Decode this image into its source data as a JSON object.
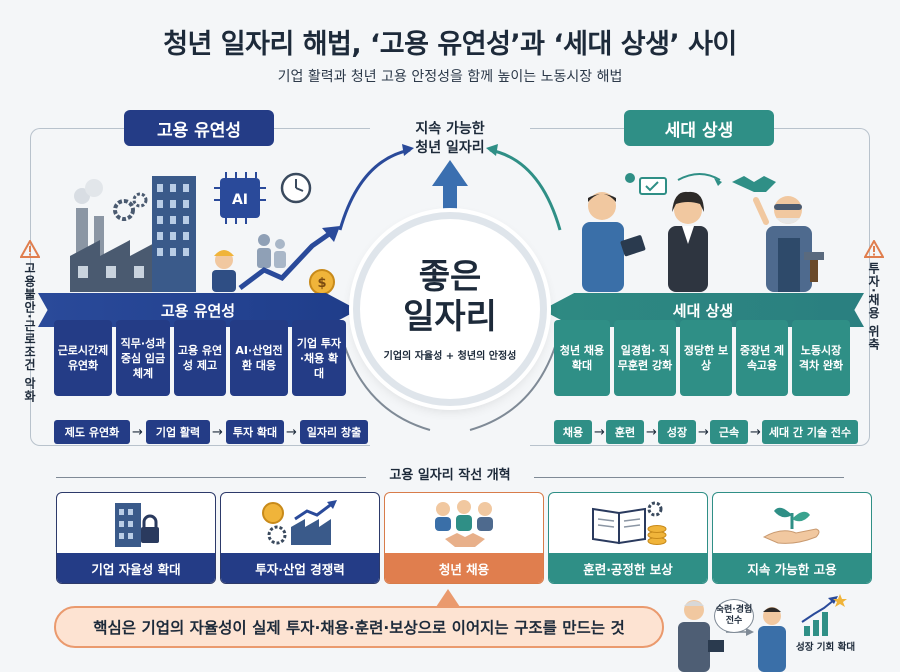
{
  "title": "청년 일자리 해법, ‘고용 유연성’과 ‘세대 상생’ 사이",
  "subtitle": "기업 활력과 청년 고용 안정성을 함께 높이는 노동시장 해법",
  "left": {
    "badge": "고용 유연성",
    "band": "고용 유연성",
    "warning": "고용불안·근로조건 악화",
    "cards": [
      "근로시간제 유연화",
      "직무·성과 중심 임금체계",
      "고용 유연성 제고",
      "AI·산업전환 대응",
      "기업 투자·채용 확대"
    ],
    "chain": [
      "제도 유연화",
      "기업 활력",
      "투자 확대",
      "일자리 창출"
    ]
  },
  "right": {
    "badge": "세대 상생",
    "band": "세대 상생",
    "warning": "투자·채용 위축",
    "cards": [
      "청년 채용 확대",
      "일경험· 직무훈련 강화",
      "정당한 보상",
      "중장년 계속고용",
      "노동시장 격차 완화"
    ],
    "chain": [
      "채용",
      "훈련",
      "성장",
      "근속",
      "세대 간 기술 전수"
    ]
  },
  "center": {
    "top_label_1": "지속 가능한",
    "top_label_2": "청년 일자리",
    "main_1": "좋은",
    "main_2": "일자리",
    "sub": "기업의 자율성 + 청년의 안정성"
  },
  "icons": {
    "ai_chip": "AI",
    "dollar": "$"
  },
  "reform": {
    "label": "고용 일자리 작선 개혁",
    "steps": [
      {
        "label": "기업 자율성 확대",
        "icon": "building-lock-icon"
      },
      {
        "label": "투자·산업 경쟁력",
        "icon": "investment-factory-icon"
      },
      {
        "label": "청년 채용",
        "icon": "handshake-people-icon"
      },
      {
        "label": "훈련·공정한 보상",
        "icon": "book-coins-icon"
      },
      {
        "label": "지속 가능한 고용",
        "icon": "seedling-hand-icon"
      }
    ]
  },
  "core_message": "핵심은 기업의 자율성이 실제 투자·채용·훈련·보상으로 이어지는 구조를 만드는 것",
  "bottom_right": {
    "bubble": "숙련·경험 전수",
    "growth": "성장 기회 확대"
  },
  "colors": {
    "navy": "#243c86",
    "teal": "#2f8f86",
    "orange": "#e07e4e",
    "warning": "#e07e4e"
  }
}
